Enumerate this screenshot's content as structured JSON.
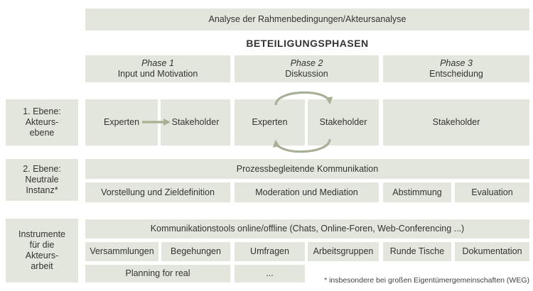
{
  "top_bar": "Analyse der Rahmenbedingungen/Akteursanalyse",
  "title": "BETEILIGUNGSPHASEN",
  "phases": [
    {
      "name": "Phase 1",
      "label": "Input und Motivation"
    },
    {
      "name": "Phase 2",
      "label": "Diskussion"
    },
    {
      "name": "Phase 3",
      "label": "Entscheidung"
    }
  ],
  "levels": {
    "level1": "1. Ebene: Akteurs-ebene",
    "level2": "2. Ebene: Neutrale Instanz*",
    "tools": "Instrumente für die Akteurs-arbeit"
  },
  "actors": {
    "phase1_experts": "Experten",
    "phase1_stakeholder": "Stakeholder",
    "phase2_experts": "Experten",
    "phase2_stakeholder": "Stakeholder",
    "phase3_stakeholder": "Stakeholder"
  },
  "communication": {
    "header": "Prozessbegleitende Kommunikation",
    "items": [
      "Vorstellung und Zieldefinition",
      "Moderation und Mediation",
      "Abstimmung",
      "Evaluation"
    ]
  },
  "tools": {
    "header": "Kommunikationstools online/offline (Chats, Online-Foren, Web-Conferencing ...)",
    "items": [
      "Versammlungen",
      "Begehungen",
      "Umfragen",
      "Arbeitsgruppen",
      "Runde Tische",
      "Dokumentation",
      "Planning for real",
      "..."
    ]
  },
  "footnote": "* insbesondere bei großen Eigentümergemeinschaften (WEG)",
  "colors": {
    "box": "#e3e6dc",
    "arrow": "#a6b094",
    "text": "#333333"
  }
}
